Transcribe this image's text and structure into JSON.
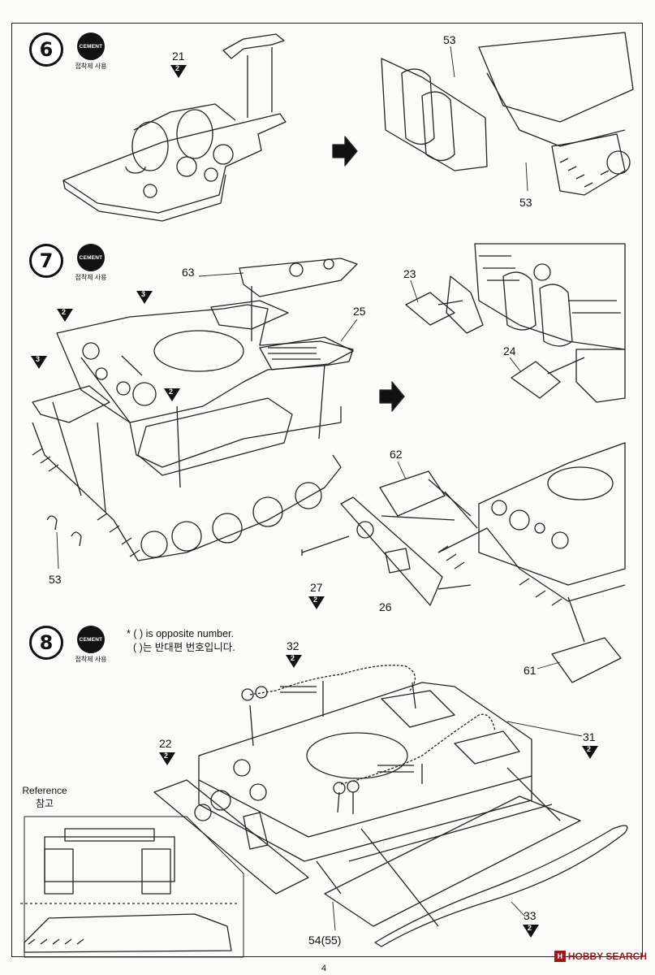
{
  "steps": [
    {
      "number": "6",
      "badge": "CEMENT",
      "label": "접착제 사용"
    },
    {
      "number": "7",
      "badge": "CEMENT",
      "label": "접착제 사용"
    },
    {
      "number": "8",
      "badge": "CEMENT",
      "label": "접착제 사용"
    }
  ],
  "note": {
    "line1": "* (   ) is opposite number.",
    "line2": "(   )는 반대편 번호입니다."
  },
  "reference": {
    "en": "Reference",
    "ko": "참고"
  },
  "parts": {
    "p21": "21",
    "p53a": "53",
    "p53b": "53",
    "p63": "63",
    "p25": "25",
    "p23": "23",
    "p24": "24",
    "p53c": "53",
    "p27": "27",
    "p26": "26",
    "p62": "62",
    "p61": "61",
    "p32": "32",
    "p22": "22",
    "p31": "31",
    "p33": "33",
    "p54": "54(55)"
  },
  "sprue_markers": {
    "s2": "2",
    "s3": "3"
  },
  "page_number": "4",
  "watermark": {
    "logo": "H",
    "text": "HOBBY SEARCH"
  }
}
